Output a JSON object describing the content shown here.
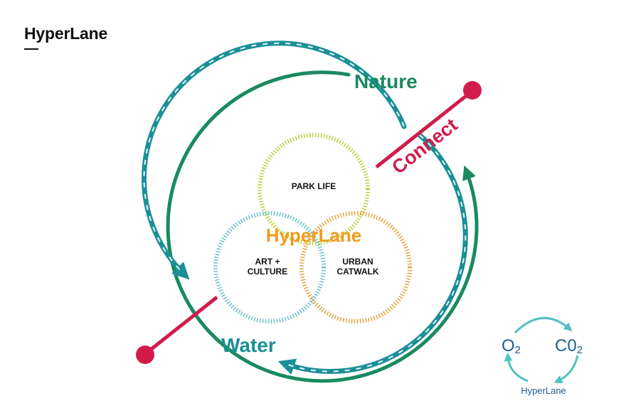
{
  "brand": {
    "title": "HyperLane"
  },
  "diagram": {
    "labels": {
      "nature": "Nature",
      "water": "Water",
      "connect": "Connect"
    },
    "center_title": "HyperLane",
    "circles": {
      "park": {
        "label": "PARK LIFE",
        "color": "#bdd13e"
      },
      "art": {
        "line1": "ART +",
        "line2": "CULTURE",
        "color": "#6cc2cf"
      },
      "urban": {
        "line1": "URBAN",
        "line2": "CATWALK",
        "color": "#e8a33d"
      }
    },
    "colors": {
      "green": "#1a8a60",
      "teal": "#1b8f97",
      "crimson": "#d11c4b",
      "orange": "#f39b1e",
      "cycle": "#54c0c4",
      "cycle_text": "#1d5f94"
    }
  },
  "cycle": {
    "o2": "O",
    "o2_sub": "2",
    "co2": "C0",
    "co2_sub": "2",
    "label": "HyperLane"
  }
}
